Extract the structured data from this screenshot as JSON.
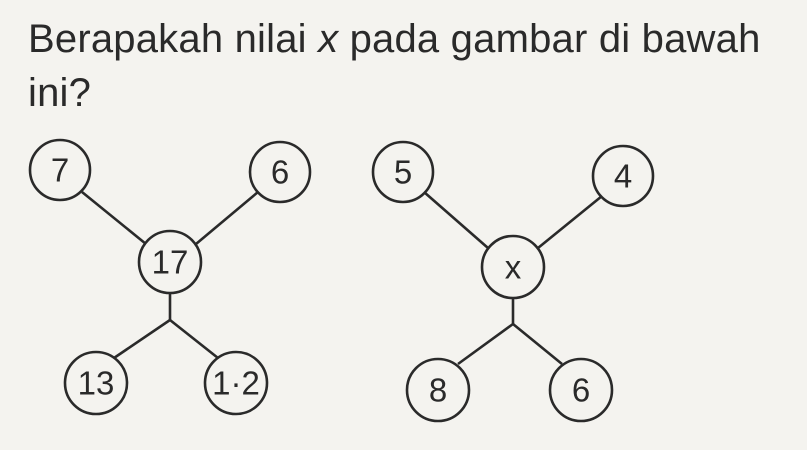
{
  "question": {
    "before": "Berapakah nilai ",
    "variable": "x",
    "after": " pada gambar di bawah ini?"
  },
  "diagrams": [
    {
      "top_left": "7",
      "top_right": "6",
      "center": "17",
      "bottom_left": "13",
      "bottom_right": "1·2"
    },
    {
      "top_left": "5",
      "top_right": "4",
      "center": "x",
      "bottom_left": "8",
      "bottom_right": "6"
    }
  ]
}
